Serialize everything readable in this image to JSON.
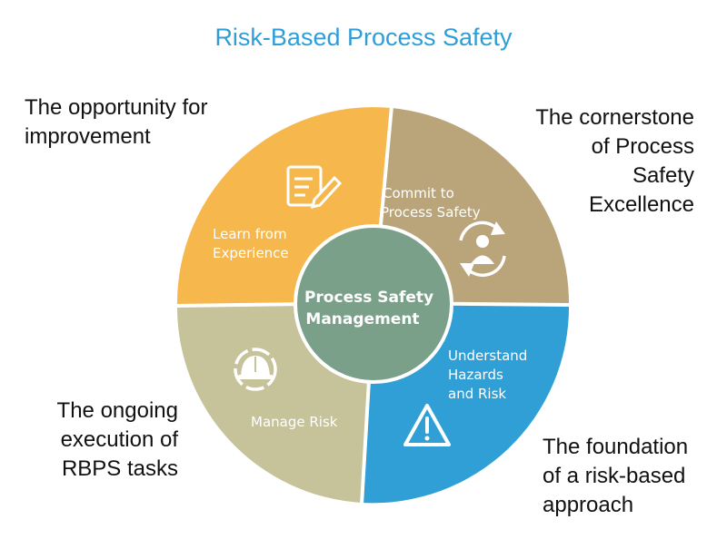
{
  "title": "Risk-Based Process Safety",
  "center": {
    "lines": [
      "Process Safety",
      "Management"
    ],
    "color": "#7aa08a"
  },
  "segments": [
    {
      "id": "learn",
      "lines": [
        "Learn from",
        "Experience"
      ],
      "color": "#f6b84d",
      "icon": "document-pencil-icon"
    },
    {
      "id": "commit",
      "lines": [
        "Commit to",
        "Process Safety"
      ],
      "color": "#baa47a",
      "icon": "person-cycle-icon"
    },
    {
      "id": "understand",
      "lines": [
        "Understand",
        "Hazards",
        "and Risk"
      ],
      "color": "#2f9fd6",
      "icon": "warning-triangle-icon"
    },
    {
      "id": "manage",
      "lines": [
        "Manage Risk"
      ],
      "color": "#c6c29a",
      "icon": "hard-hat-icon"
    }
  ],
  "notes": {
    "top_left": [
      "The opportunity for",
      "improvement"
    ],
    "top_right": [
      "The cornerstone",
      "of Process",
      "Safety",
      "Excellence"
    ],
    "bottom_left": [
      "The ongoing",
      "execution of",
      "RBPS tasks"
    ],
    "bottom_right": [
      "The foundation",
      "of a risk-based",
      "approach"
    ]
  }
}
